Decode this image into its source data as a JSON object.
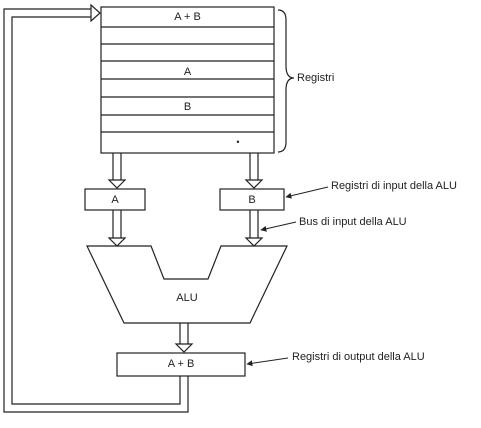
{
  "registers": {
    "row_labels": [
      "A + B",
      "",
      "",
      "",
      "A",
      "",
      "B",
      "",
      "•"
    ]
  },
  "brace_label": "Registri",
  "alu_input_registers": {
    "left": "A",
    "right": "B",
    "label": "Registri di input della ALU"
  },
  "alu_input_bus_label": "Bus di input della ALU",
  "alu": {
    "label": "ALU"
  },
  "alu_output_register": {
    "value": "A + B",
    "label": "Registri di output della ALU"
  }
}
